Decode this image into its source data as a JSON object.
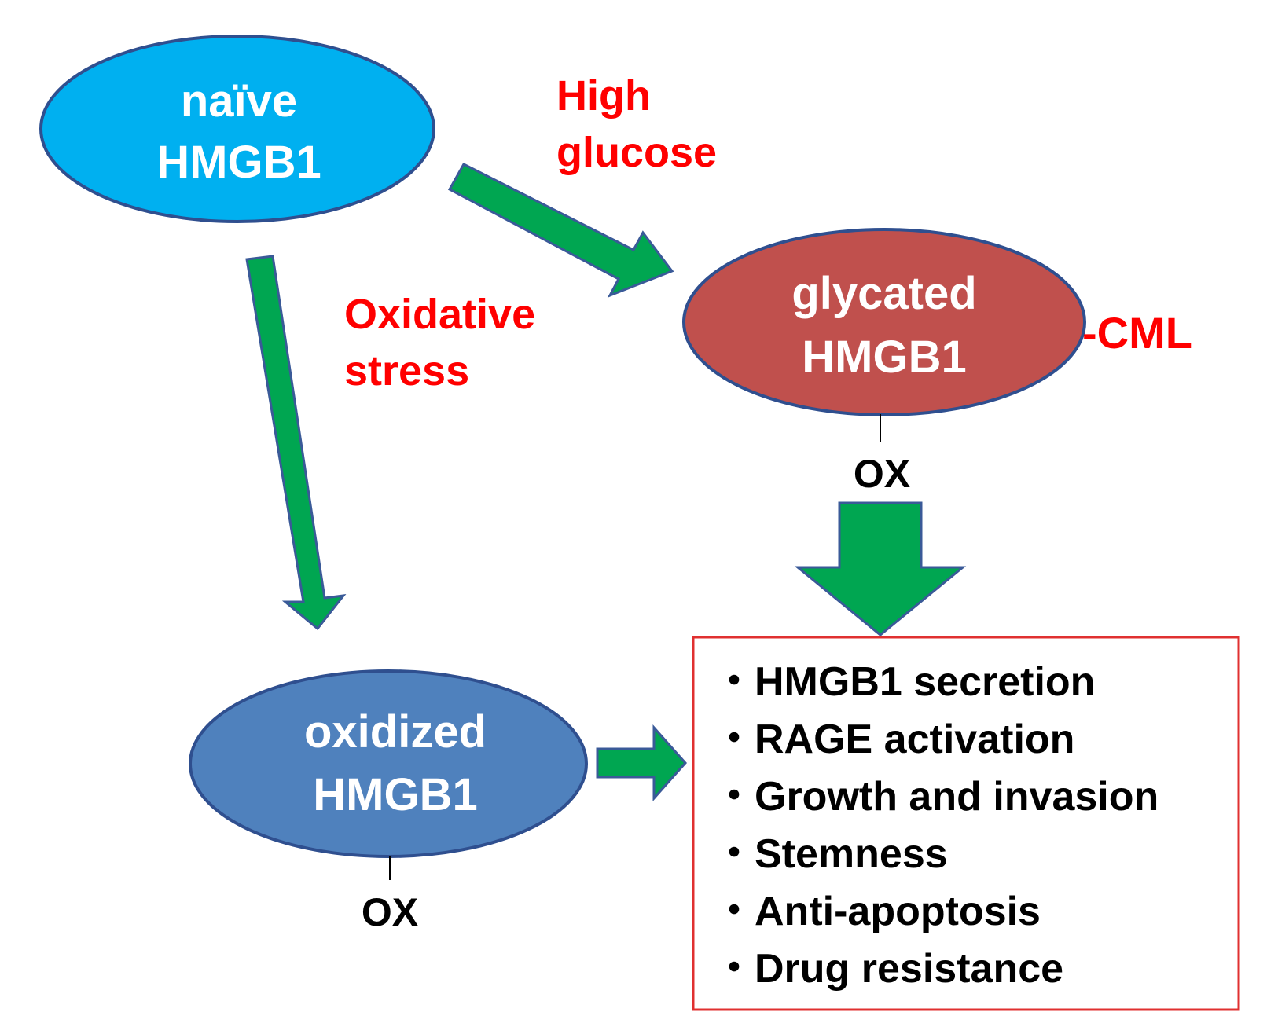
{
  "nodes": {
    "naive": {
      "line1": "naïve",
      "line2": "HMGB1",
      "color": "#00b0f0"
    },
    "glycated": {
      "line1": "glycated",
      "line2": "HMGB1",
      "tag": "-CML",
      "mod": "OX",
      "color": "#c0504d"
    },
    "oxidized": {
      "line1": "oxidized",
      "line2": "HMGB1",
      "mod": "OX",
      "color": "#4f81bd"
    }
  },
  "conditions": {
    "high_glucose": {
      "line1": "High",
      "line2": "glucose"
    },
    "oxidative_stress": {
      "line1": "Oxidative",
      "line2": "stress"
    }
  },
  "effects": {
    "items": [
      "・HMGB1 secretion",
      "・RAGE activation",
      "・Growth and invasion",
      "・Stemness",
      "・Anti-apoptosis",
      "・Drug resistance"
    ],
    "border_color": "#e03030"
  },
  "colors": {
    "arrow_fill": "#00a651",
    "arrow_outline": "#3a5a98",
    "condition_text": "#ff0000",
    "ellipse_outline": "#2f4f8f"
  }
}
